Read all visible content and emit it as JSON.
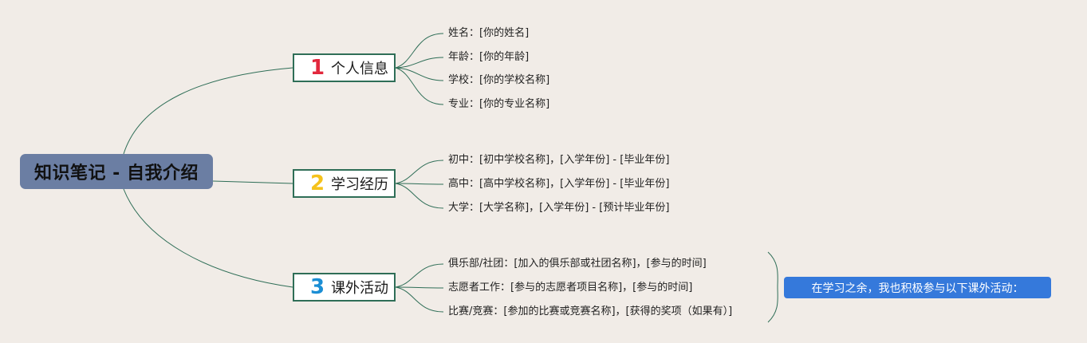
{
  "root": {
    "title": "知识笔记 - 自我介绍"
  },
  "branches": [
    {
      "number": "1",
      "label": "个人信息",
      "items": [
        "姓名：[你的姓名]",
        "年龄：[你的年龄]",
        "学校：[你的学校名称]",
        "专业：[你的专业名称]"
      ]
    },
    {
      "number": "2",
      "label": "学习经历",
      "items": [
        "初中：[初中学校名称]，[入学年份] - [毕业年份]",
        "高中：[高中学校名称]，[入学年份] - [毕业年份]",
        "大学：[大学名称]，[入学年份] - [预计毕业年份]"
      ]
    },
    {
      "number": "3",
      "label": "课外活动",
      "items": [
        "俱乐部/社团：[加入的俱乐部或社团名称]，[参与的时间]",
        "志愿者工作：[参与的志愿者项目名称]，[参与的时间]",
        "比赛/竞赛：[参加的比赛或竞赛名称]，[获得的奖项（如果有）]"
      ]
    }
  ],
  "note": {
    "text": "在学习之余，我也积极参与以下课外活动："
  },
  "colors": {
    "background": "#f1ece7",
    "root_fill": "#6b7ea3",
    "connector": "#2f6e57",
    "number_1": "#e2283d",
    "number_2": "#f5c21b",
    "number_3": "#1b8ed4",
    "note_fill": "#3579db"
  }
}
